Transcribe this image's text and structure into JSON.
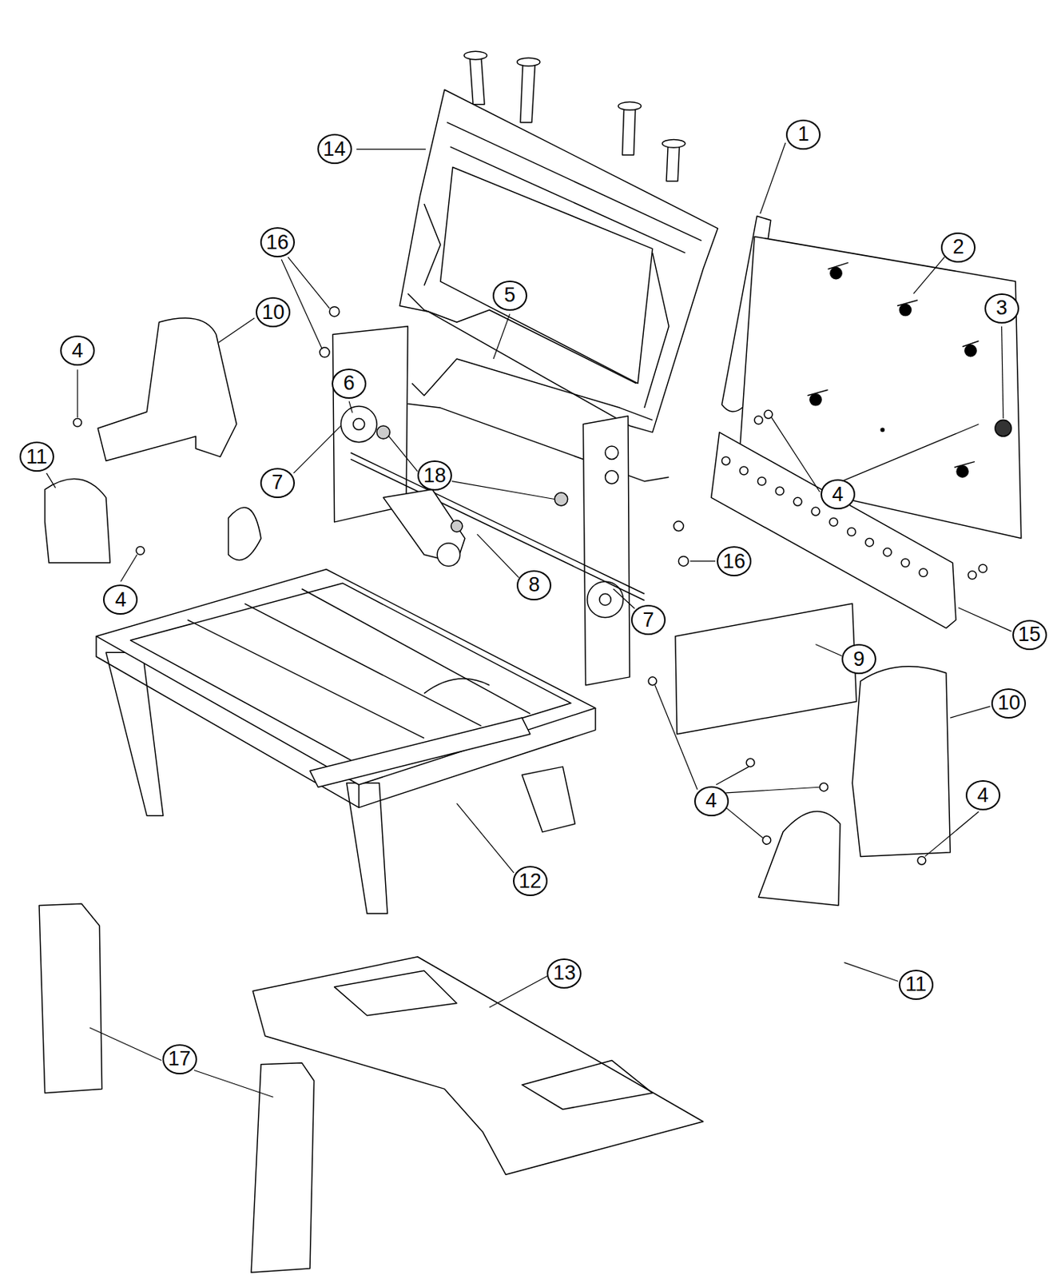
{
  "diagram": {
    "nodes": [
      {
        "text": [
          "1"
        ]
      },
      {
        "text": [
          "14"
        ]
      },
      {
        "text": [
          "16"
        ]
      },
      {
        "text": [
          "2"
        ]
      },
      {
        "text": [
          "5"
        ]
      },
      {
        "text": [
          "3"
        ]
      },
      {
        "text": [
          "10"
        ]
      },
      {
        "text": [
          "4"
        ]
      },
      {
        "text": [
          "6"
        ]
      },
      {
        "text": [
          "11"
        ]
      },
      {
        "text": [
          "18"
        ]
      },
      {
        "text": [
          "7"
        ]
      },
      {
        "text": [
          "4"
        ]
      },
      {
        "text": [
          "16"
        ]
      },
      {
        "text": [
          "8"
        ]
      },
      {
        "text": [
          "4"
        ]
      },
      {
        "text": [
          "7"
        ]
      },
      {
        "text": [
          "15"
        ]
      },
      {
        "text": [
          "9"
        ]
      },
      {
        "text": [
          "10"
        ]
      },
      {
        "text": [
          "4"
        ]
      },
      {
        "text": [
          "4"
        ]
      },
      {
        "text": [
          "12"
        ]
      },
      {
        "text": [
          "13"
        ]
      },
      {
        "text": [
          "11"
        ]
      },
      {
        "text": [
          "17"
        ]
      }
    ]
  }
}
